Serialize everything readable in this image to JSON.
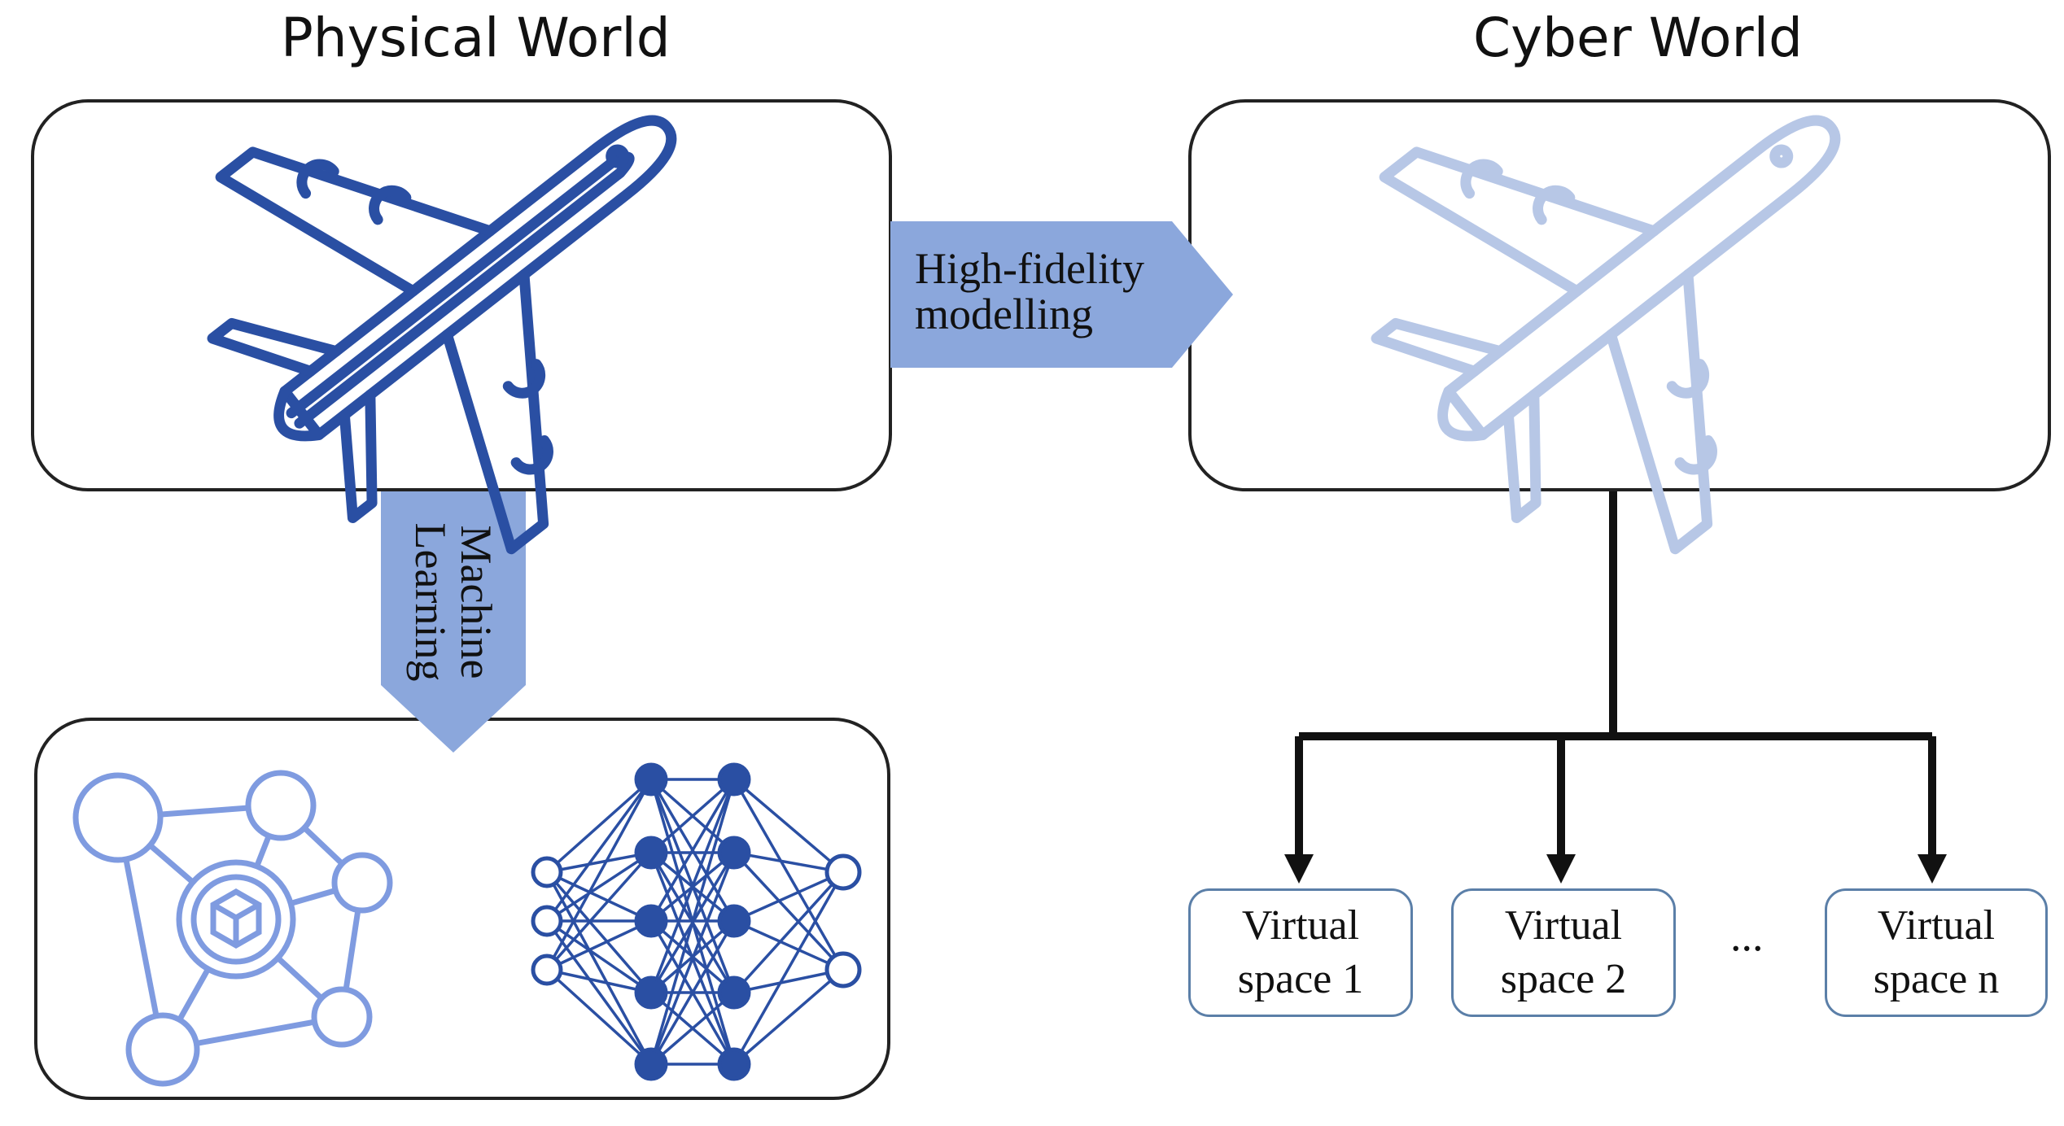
{
  "titles": {
    "physical": "Physical World",
    "cyber": "Cyber World"
  },
  "arrows": {
    "high_fidelity": [
      "High-fidelity",
      "modelling"
    ],
    "machine_learning": [
      "Machine",
      "Learning"
    ]
  },
  "virtual_spaces": [
    {
      "line1": "Virtual",
      "line2": "space 1"
    },
    {
      "line1": "Virtual",
      "line2": "space 2"
    },
    {
      "line1": "Virtual",
      "line2": "space n"
    }
  ],
  "ellipsis": "...",
  "colors": {
    "accent_dark": "#2a4fa3",
    "accent_light": "#b7c7e6",
    "arrow_fill": "#8ba7dc",
    "graph_light": "#7f9be0"
  },
  "icons": {
    "plane": "airplane-icon",
    "ghost_plane": "airplane-icon",
    "graph": "network-graph-icon",
    "nn": "neural-network-icon"
  }
}
